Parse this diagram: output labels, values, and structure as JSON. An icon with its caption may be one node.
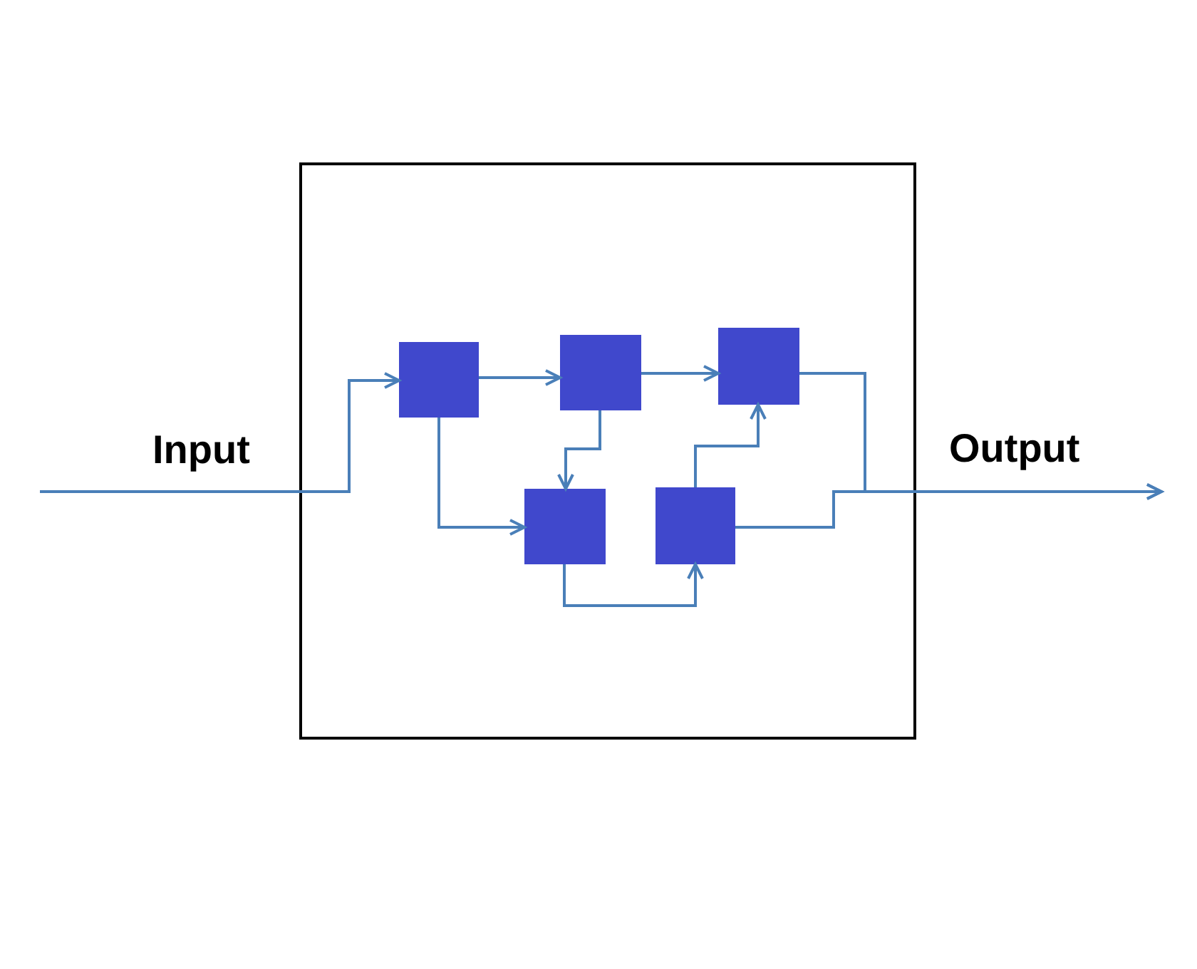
{
  "diagram": {
    "nodes": [
      {
        "text": [],
        "shape": "box"
      },
      {
        "text": [],
        "shape": "box",
        "in": 0
      },
      {
        "text": [],
        "shape": "box",
        "in": 0
      },
      {
        "text": [],
        "shape": "box",
        "in": 0
      },
      {
        "text": [],
        "shape": "box",
        "in": 0
      },
      {
        "text": [],
        "shape": "box",
        "in": 0
      }
    ],
    "edges": [
      {
        "from": null,
        "to": 1,
        "arrow": "to"
      },
      {
        "from": 1,
        "to": 2,
        "arrow": "to"
      },
      {
        "from": 2,
        "to": 3,
        "arrow": "to"
      },
      {
        "from": 1,
        "to": 4,
        "arrow": "to"
      },
      {
        "from": 2,
        "to": 4,
        "arrow": "to"
      },
      {
        "from": 4,
        "to": 5,
        "arrow": "to"
      },
      {
        "from": 5,
        "to": 3,
        "arrow": "to"
      },
      {
        "from": 3,
        "to": null,
        "arrow": "to"
      },
      {
        "from": 5,
        "to": null,
        "arrow": "to"
      }
    ],
    "labels": [
      "Input",
      "Output"
    ]
  }
}
